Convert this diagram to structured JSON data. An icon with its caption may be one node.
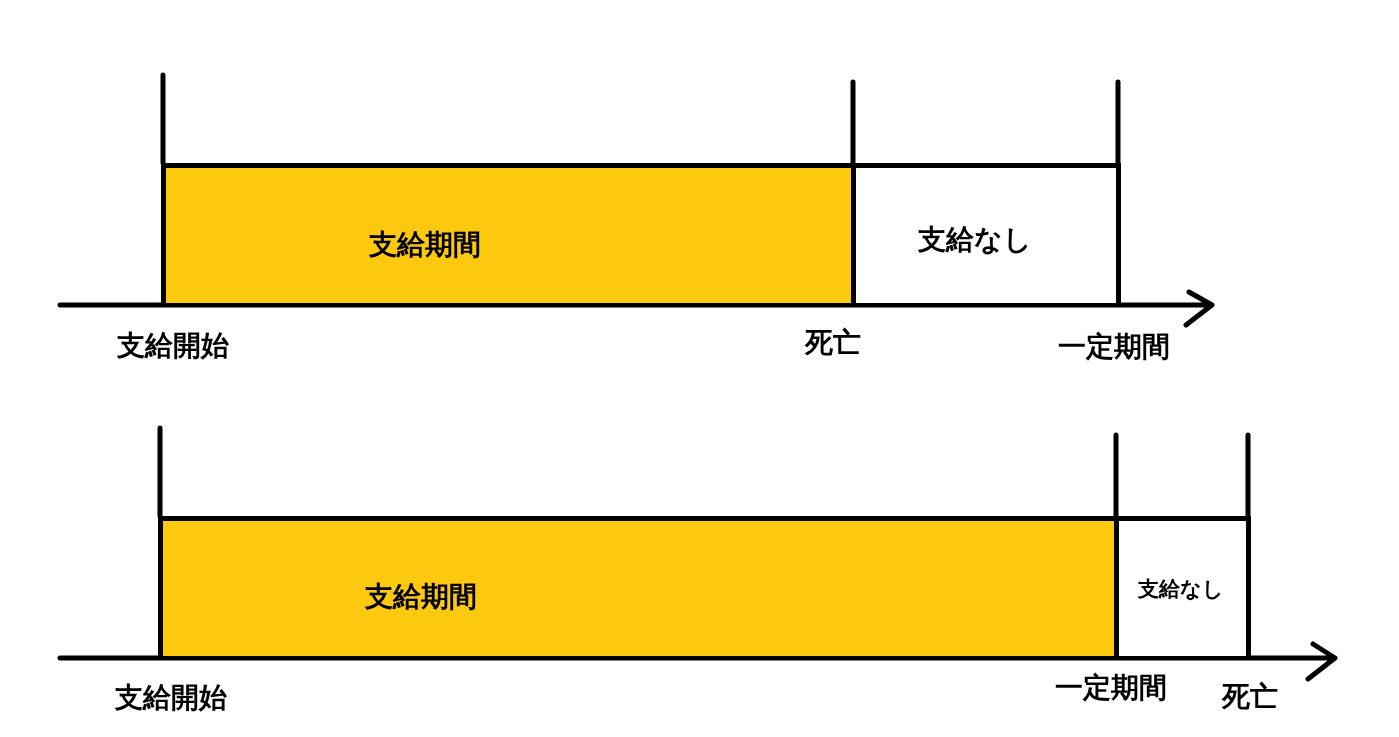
{
  "diagram": {
    "nodes": [
      {
        "text": [
          "支給期間"
        ]
      },
      {
        "text": [
          "支給なし"
        ]
      },
      {
        "text": [
          "支給期間"
        ]
      },
      {
        "text": [
          "支給なし"
        ]
      }
    ],
    "labels": [
      "支給開始",
      "死亡",
      "一定期間",
      "支給開始",
      "一定期間",
      "死亡"
    ]
  }
}
